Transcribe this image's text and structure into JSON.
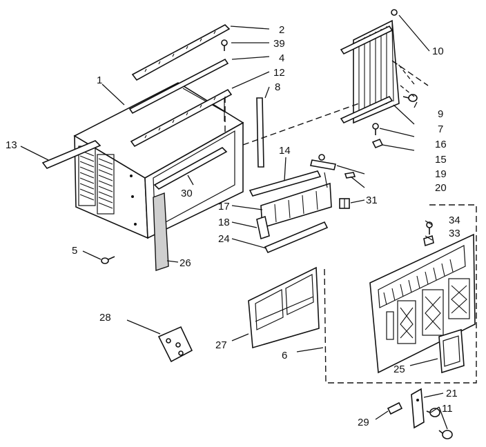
{
  "callouts": {
    "c1": "1",
    "c2": "2",
    "c4": "4",
    "c5": "5",
    "c6": "6",
    "c7": "7",
    "c8": "8",
    "c9": "9",
    "c10": "10",
    "c11": "11",
    "c12": "12",
    "c13": "13",
    "c14": "14",
    "c15": "15",
    "c16": "16",
    "c17": "17",
    "c18": "18",
    "c19": "19",
    "c20": "20",
    "c21": "21",
    "c24": "24",
    "c25": "25",
    "c26": "26",
    "c27": "27",
    "c28": "28",
    "c29": "29",
    "c30": "30",
    "c31": "31",
    "c33": "33",
    "c34": "34",
    "c39": "39"
  },
  "colors": {
    "line": "#111111",
    "background": "#ffffff",
    "gasket": "#cfcfcf"
  }
}
